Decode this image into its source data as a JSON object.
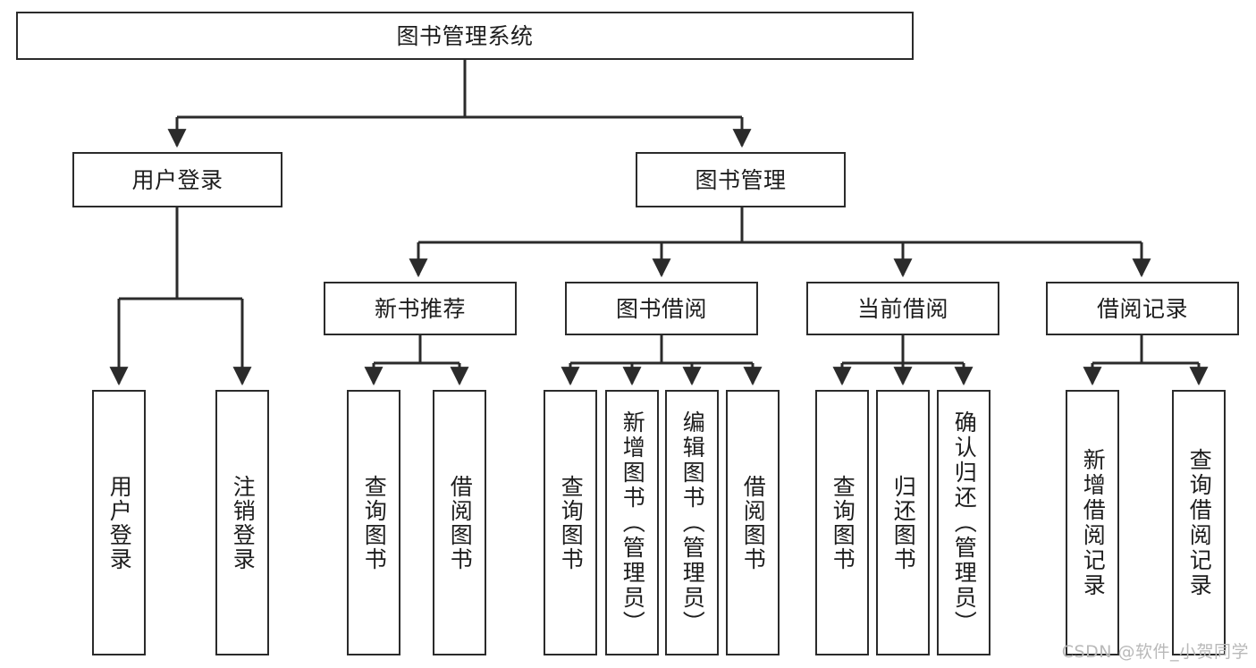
{
  "diagram": {
    "title": "图书管理系统",
    "type": "tree-hierarchy",
    "watermark": "CSDN @软件_小贺同学",
    "colors": {
      "stroke": "#2b2b2b",
      "fill": "#ffffff",
      "text": "#1d1d1d",
      "watermark": "#b9b9b9"
    },
    "levels": {
      "root": "图书管理系统",
      "level2": [
        "用户登录",
        "图书管理"
      ],
      "level3": [
        "新书推荐",
        "图书借阅",
        "当前借阅",
        "借阅记录"
      ]
    },
    "nodes": {
      "root": {
        "label": "图书管理系统"
      },
      "user_login": {
        "label": "用户登录"
      },
      "book_manage": {
        "label": "图书管理"
      },
      "new_book_rec": {
        "label": "新书推荐"
      },
      "book_borrow": {
        "label": "图书借阅"
      },
      "current_borrow": {
        "label": "当前借阅"
      },
      "borrow_record": {
        "label": "借阅记录"
      },
      "leaf_user_login": {
        "label": "用户登录"
      },
      "leaf_user_logout": {
        "label": "注销登录"
      },
      "leaf_query_book_1": {
        "label": "查询图书"
      },
      "leaf_borrow_book_1": {
        "label": "借阅图书"
      },
      "leaf_query_book_2": {
        "label": "查询图书"
      },
      "leaf_add_book_admin": {
        "label": "新增图书（管理员）"
      },
      "leaf_edit_book_admin": {
        "label": "编辑图书（管理员）"
      },
      "leaf_borrow_book_2": {
        "label": "借阅图书"
      },
      "leaf_query_book_3": {
        "label": "查询图书"
      },
      "leaf_return_book": {
        "label": "归还图书"
      },
      "leaf_confirm_return_admin": {
        "label": "确认归还（管理员）"
      },
      "leaf_add_borrow_record": {
        "label": "新增借阅记录"
      },
      "leaf_query_borrow_record": {
        "label": "查询借阅记录"
      }
    },
    "edges": [
      {
        "from": "root",
        "to": "user_login"
      },
      {
        "from": "root",
        "to": "book_manage"
      },
      {
        "from": "user_login",
        "to": "leaf_user_login"
      },
      {
        "from": "user_login",
        "to": "leaf_user_logout"
      },
      {
        "from": "book_manage",
        "to": "new_book_rec"
      },
      {
        "from": "book_manage",
        "to": "book_borrow"
      },
      {
        "from": "book_manage",
        "to": "current_borrow"
      },
      {
        "from": "book_manage",
        "to": "borrow_record"
      },
      {
        "from": "new_book_rec",
        "to": "leaf_query_book_1"
      },
      {
        "from": "new_book_rec",
        "to": "leaf_borrow_book_1"
      },
      {
        "from": "book_borrow",
        "to": "leaf_query_book_2"
      },
      {
        "from": "book_borrow",
        "to": "leaf_add_book_admin"
      },
      {
        "from": "book_borrow",
        "to": "leaf_edit_book_admin"
      },
      {
        "from": "book_borrow",
        "to": "leaf_borrow_book_2"
      },
      {
        "from": "current_borrow",
        "to": "leaf_query_book_3"
      },
      {
        "from": "current_borrow",
        "to": "leaf_return_book"
      },
      {
        "from": "current_borrow",
        "to": "leaf_confirm_return_admin"
      },
      {
        "from": "borrow_record",
        "to": "leaf_add_borrow_record"
      },
      {
        "from": "borrow_record",
        "to": "leaf_query_borrow_record"
      }
    ]
  }
}
